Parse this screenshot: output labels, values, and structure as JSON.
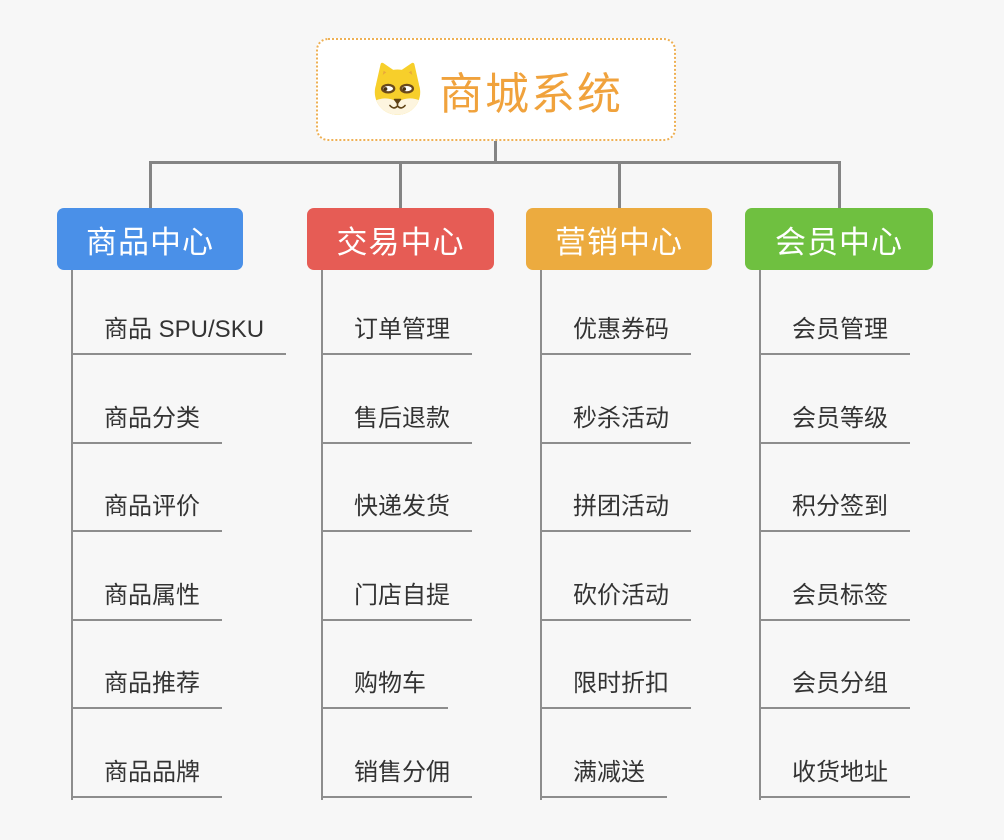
{
  "root": {
    "title": "商城系统",
    "icon": "dog-face-icon"
  },
  "columns": [
    {
      "label": "商品中心",
      "color": "#4a90e8",
      "items": [
        "商品 SPU/SKU",
        "商品分类",
        "商品评价",
        "商品属性",
        "商品推荐",
        "商品品牌"
      ]
    },
    {
      "label": "交易中心",
      "color": "#e65c55",
      "items": [
        "订单管理",
        "售后退款",
        "快递发货",
        "门店自提",
        "购物车",
        "销售分佣"
      ]
    },
    {
      "label": "营销中心",
      "color": "#ecab3f",
      "items": [
        "优惠券码",
        "秒杀活动",
        "拼团活动",
        "砍价活动",
        "限时折扣",
        "满减送"
      ]
    },
    {
      "label": "会员中心",
      "color": "#6fc040",
      "items": [
        "会员管理",
        "会员等级",
        "积分签到",
        "会员标签",
        "会员分组",
        "收货地址"
      ]
    }
  ],
  "theme": {
    "background": "#f7f7f7",
    "connector_color": "#848484",
    "leaf_line_color": "#8d8d8d",
    "leaf_text_color": "#333333",
    "root_text_color": "#f0a23c",
    "root_border_color": "#eeb054",
    "header_text_color": "#ffffff"
  }
}
